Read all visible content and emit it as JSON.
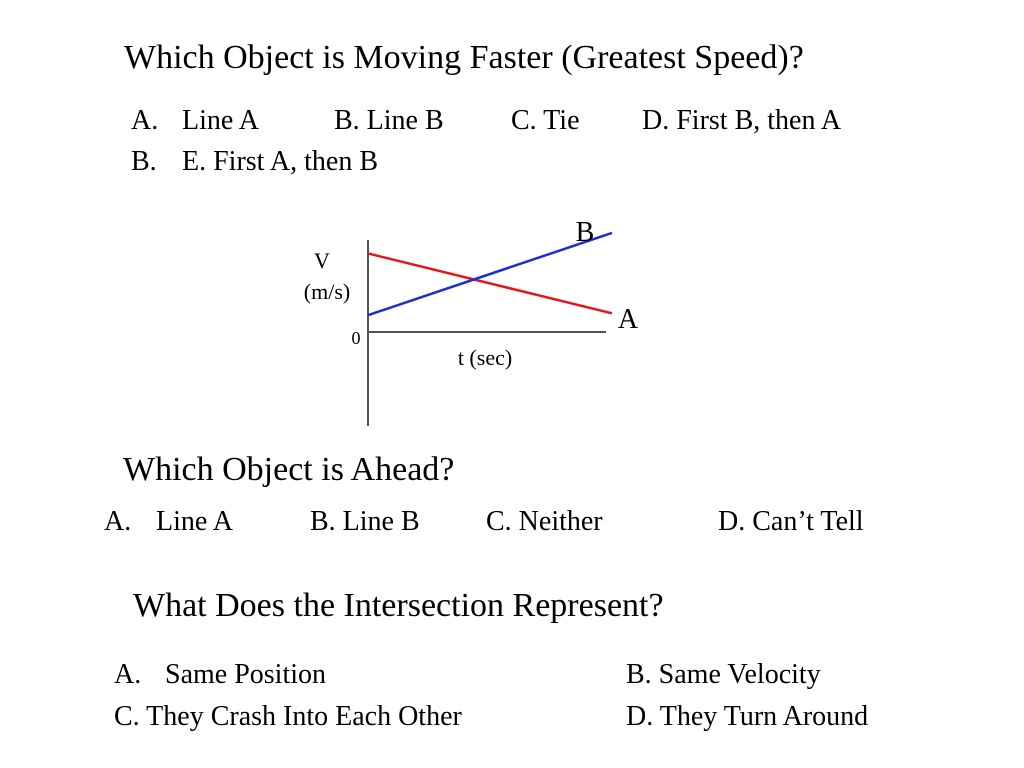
{
  "question1": {
    "text": "Which Object is Moving Faster (Greatest Speed)?",
    "options_row1": [
      {
        "letter": "A.",
        "text": "Line A"
      },
      {
        "text": "B. Line B"
      },
      {
        "text": "C. Tie"
      },
      {
        "text": "D. First B, then A"
      }
    ],
    "options_row2": [
      {
        "letter": "B.",
        "text": "E. First A, then B"
      }
    ]
  },
  "question2": {
    "text": "Which Object is Ahead?",
    "options": [
      {
        "letter": "A.",
        "text": "Line A"
      },
      {
        "text": "B. Line B"
      },
      {
        "text": "C. Neither"
      },
      {
        "text": "D. Can’t Tell"
      }
    ]
  },
  "question3": {
    "text": "What Does the Intersection Represent?",
    "options": [
      {
        "letter": "A.",
        "text": "Same Position"
      },
      {
        "text": "B. Same Velocity"
      },
      {
        "text": "C. They Crash Into Each Other"
      },
      {
        "text": "D. They Turn Around"
      }
    ]
  },
  "chart_data": {
    "type": "line",
    "title": "",
    "ylabel_line1": "V",
    "ylabel_line2": "(m/s)",
    "xlabel": "t (sec)",
    "origin_label": "0",
    "grid": false,
    "legend": "none",
    "series": [
      {
        "name": "A",
        "color": "#e8141c",
        "x": [
          0,
          10
        ],
        "y": [
          4.2,
          1.0
        ]
      },
      {
        "name": "B",
        "color": "#1a2fd6",
        "x": [
          0,
          10
        ],
        "y": [
          0.9,
          5.3
        ]
      }
    ],
    "axis_color": "#555555"
  }
}
